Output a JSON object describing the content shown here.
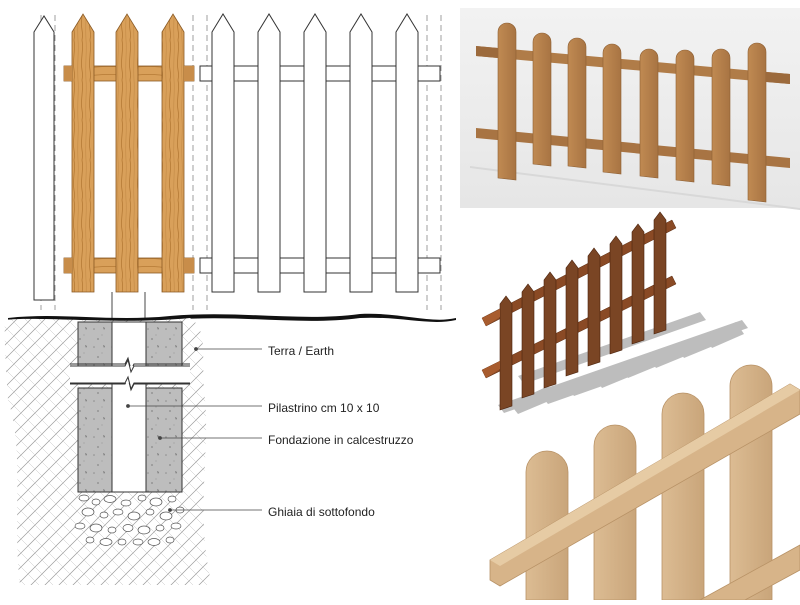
{
  "diagram": {
    "labels": {
      "terra": "Terra / Earth",
      "pilastrino": "Pilastrino cm 10 x 10",
      "fondazione": "Fondazione in calcestruzzo",
      "ghiaia": "Ghiaia di sottofondo"
    }
  },
  "colors": {
    "wood_light": "#d9a05a",
    "wood_grain": "#b57a35",
    "wood_render": "#b7844f",
    "wood_dark": "#7a4524",
    "wood_beige": "#d7b489",
    "concrete": "#bdbdbd",
    "outline": "#222222"
  }
}
